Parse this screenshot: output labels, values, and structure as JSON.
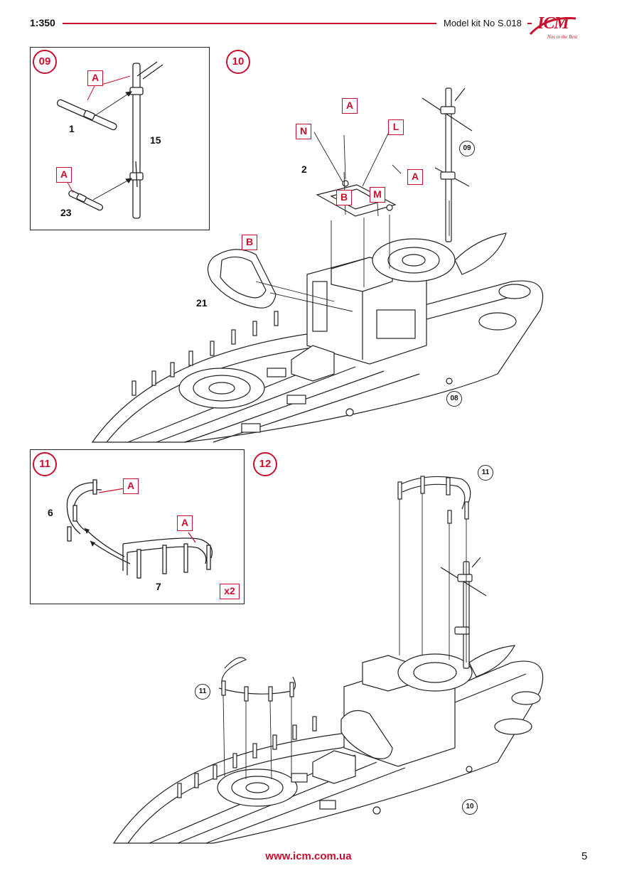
{
  "header": {
    "scale": "1:350",
    "model_kit": "Model kit No S.018",
    "logo_text": "ICM",
    "logo_tagline": "Nos in the Best",
    "accent_color": "#c8102e"
  },
  "steps": [
    {
      "number": "09",
      "labels": [
        "A",
        "A"
      ],
      "parts": [
        "1",
        "15",
        "23"
      ]
    },
    {
      "number": "10",
      "labels": [
        "A",
        "N",
        "L",
        "A",
        "B",
        "M",
        "B"
      ],
      "parts": [
        "2",
        "21"
      ],
      "refs": [
        "09",
        "08"
      ]
    },
    {
      "number": "11",
      "labels": [
        "A",
        "A"
      ],
      "parts": [
        "6",
        "7"
      ],
      "multiplier": "x2"
    },
    {
      "number": "12",
      "refs": [
        "11",
        "11",
        "10"
      ]
    }
  ],
  "footer": {
    "url": "www.icm.com.ua",
    "page": "5"
  }
}
